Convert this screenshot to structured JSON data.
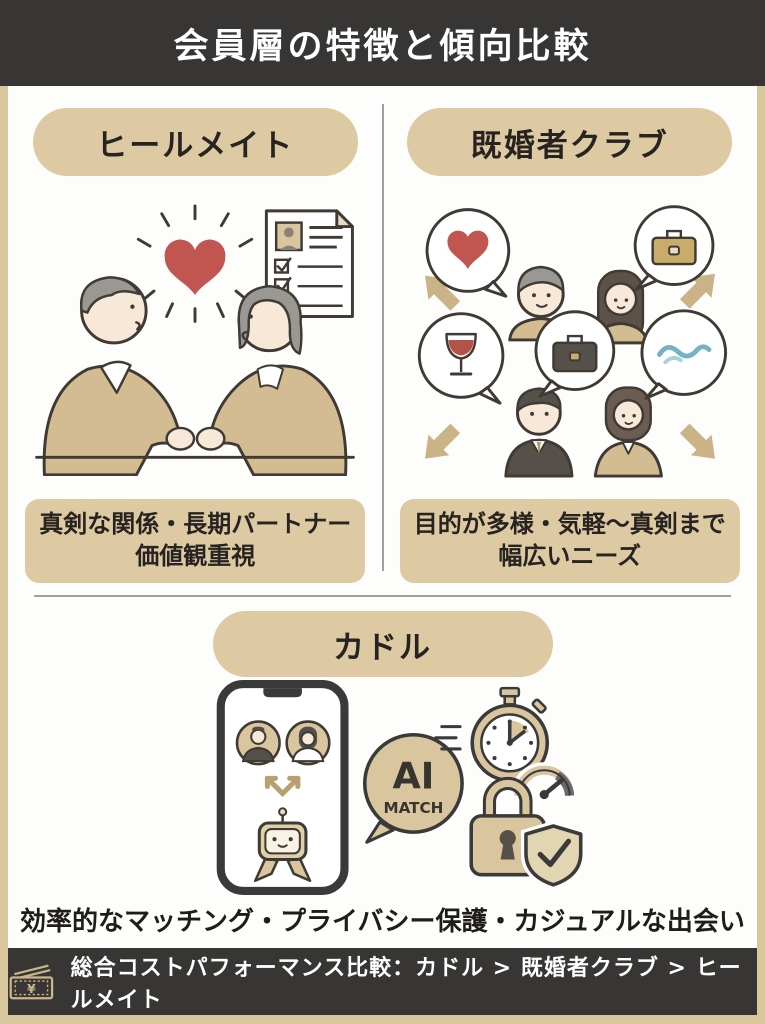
{
  "header": {
    "title": "会員層の特徴と傾向比較"
  },
  "sections": {
    "healmate": {
      "name": "ヒールメイト",
      "caption_line1": "真剣な関係・長期パートナー",
      "caption_line2": "価値観重視"
    },
    "kikonsha_club": {
      "name": "既婚者クラブ",
      "caption_line1": "目的が多様・気軽〜真剣まで",
      "caption_line2": "幅広いニーズ"
    },
    "cuddle": {
      "name": "カドル",
      "ai_bubble": {
        "line1": "AI",
        "line2": "MATCH"
      },
      "caption": "効率的なマッチング・プライバシー保護・カジュアルな出会い"
    }
  },
  "footer": {
    "icon": "yen-banknote-icon",
    "currency_symbol": "¥",
    "text": "総合コストパフォーマンス比較：カドル > 既婚者クラブ > ヒールメイト"
  },
  "colors": {
    "banner_bg": "#383634",
    "frame_tan": "#d8c69c",
    "pill_tan": "#ddcaa2",
    "content_bg": "#fdfdfb",
    "outline_dark": "#3f3a33",
    "heart_red": "#c0564f",
    "divider_gray": "#a0a0a0",
    "wave_blue": "#74b3c6",
    "skin": "#f7e8d8",
    "clothing_tan": "#d3bc92"
  }
}
